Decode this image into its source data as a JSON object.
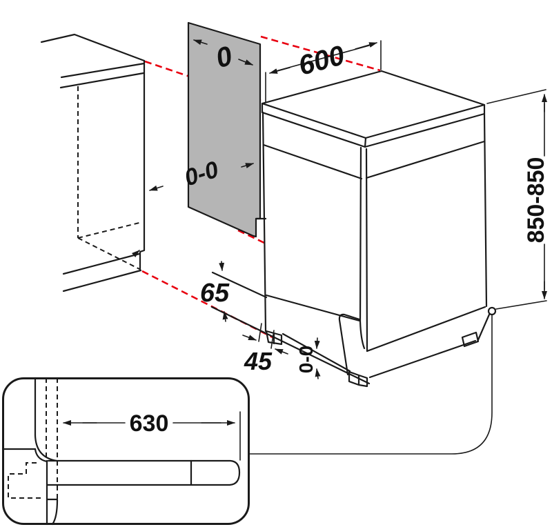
{
  "figure": {
    "title": "dishwasher-installation-diagram",
    "subject": "freestanding dishwasher beside kitchen cabinet niche with drain hose plan inset",
    "background": "#ffffff",
    "colors": {
      "line": "#1a1a1a",
      "alignment_line": "#e8000f",
      "panel_fill": "#b5b5b5"
    }
  },
  "labels": {
    "gap_top": "0",
    "width": "600",
    "gap_side": "0-0",
    "height": "850-850",
    "plinth": "65",
    "toe_kick": "45",
    "feet": "0-0",
    "hose": "630"
  }
}
